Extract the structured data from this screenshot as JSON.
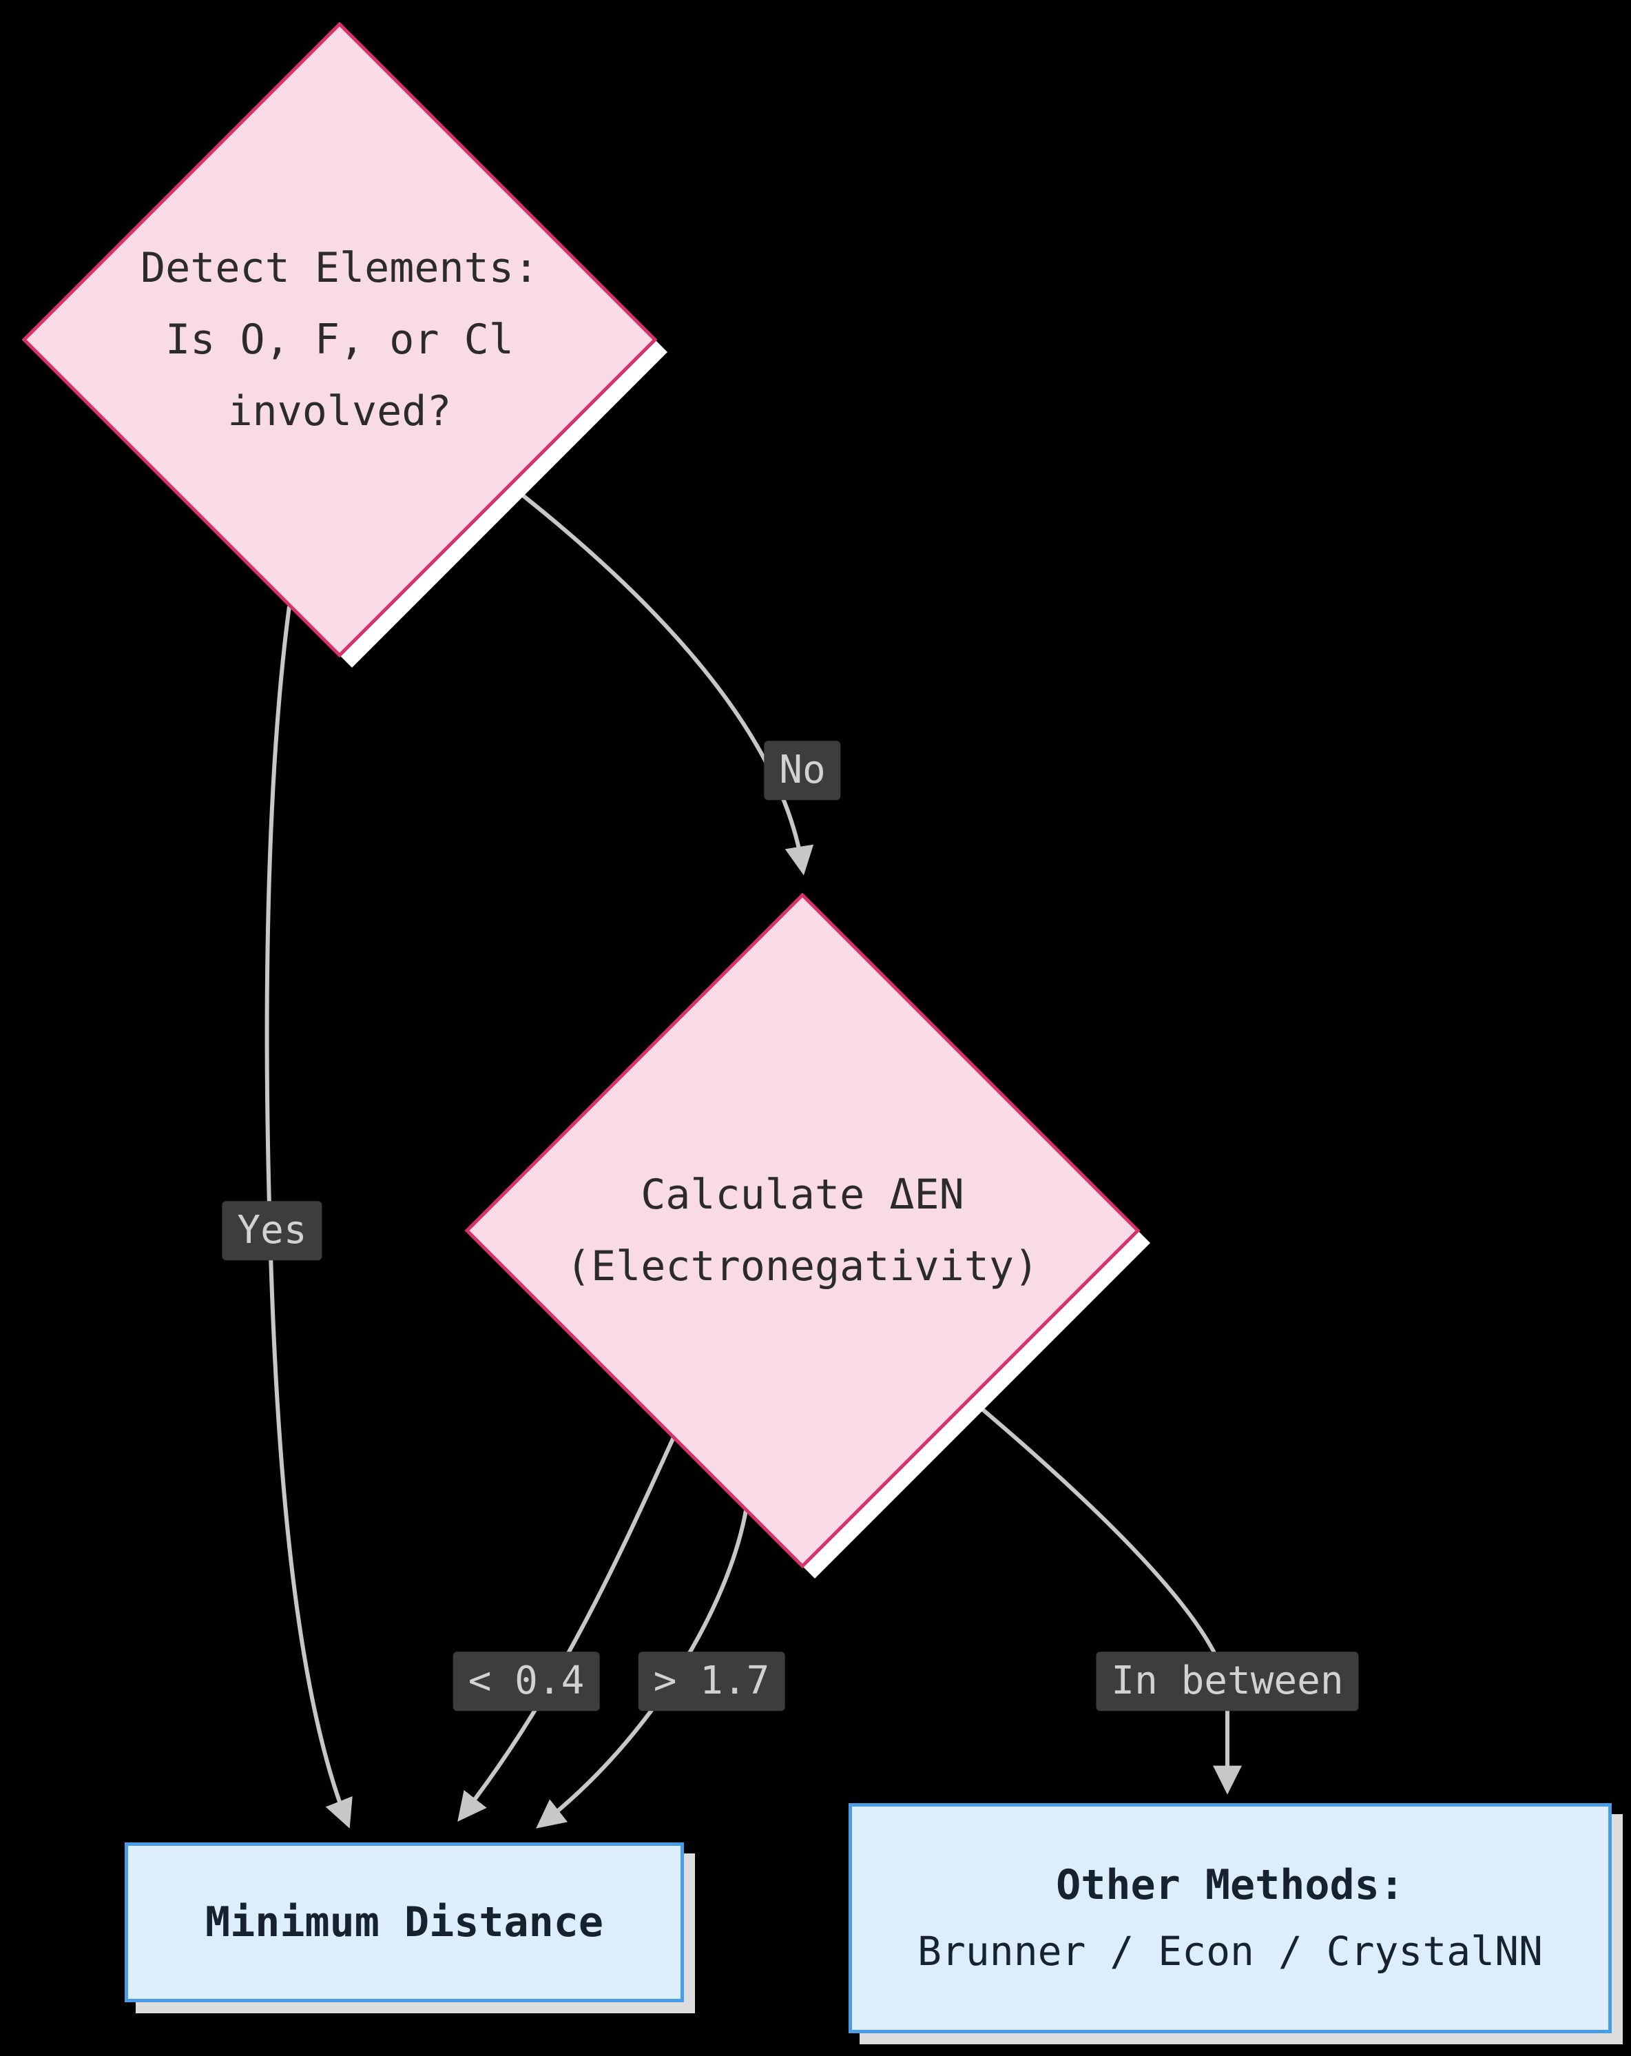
{
  "colors": {
    "background": "#000000",
    "diamond_fill": "#f9dbe7",
    "diamond_border": "#d6336c",
    "diamond_shadow": "#ffffff",
    "box_fill": "#dcedfb",
    "box_border": "#4a9de4",
    "edge": "#c7c7c7",
    "edge_label_bg": "#3d3d3d",
    "edge_label_text": "#d2d2d2",
    "node_text": "#2b2b2b"
  },
  "nodes": {
    "detect_elements": {
      "type": "decision",
      "lines": [
        "Detect Elements:",
        "Is O, F, or Cl",
        "involved?"
      ]
    },
    "calculate_den": {
      "type": "decision",
      "lines": [
        "Calculate ΔEN",
        "(Electronegativity)"
      ]
    },
    "minimum_distance": {
      "type": "process",
      "lines": [
        "Minimum Distance"
      ]
    },
    "other_methods": {
      "type": "process",
      "lines": [
        "Other Methods:",
        "Brunner / Econ / CrystalNN"
      ]
    }
  },
  "edges": [
    {
      "id": "yes",
      "from": "detect_elements",
      "to": "minimum_distance",
      "label": "Yes"
    },
    {
      "id": "no",
      "from": "detect_elements",
      "to": "calculate_den",
      "label": "No"
    },
    {
      "id": "lt04",
      "from": "calculate_den",
      "to": "minimum_distance",
      "label": "< 0.4"
    },
    {
      "id": "gt17",
      "from": "calculate_den",
      "to": "minimum_distance",
      "label": "> 1.7"
    },
    {
      "id": "between",
      "from": "calculate_den",
      "to": "other_methods",
      "label": "In between"
    }
  ]
}
